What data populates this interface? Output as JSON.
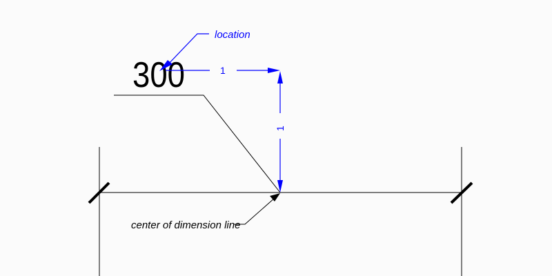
{
  "dimension_value": "300",
  "annotations": {
    "location": "location",
    "center": "center of dimension line"
  },
  "offsets": {
    "x_offset_label": "1",
    "y_offset_label": "1"
  },
  "colors": {
    "drawing": "#000000",
    "annotation_blue": "#0000ff",
    "background": "#fbfbfb"
  }
}
